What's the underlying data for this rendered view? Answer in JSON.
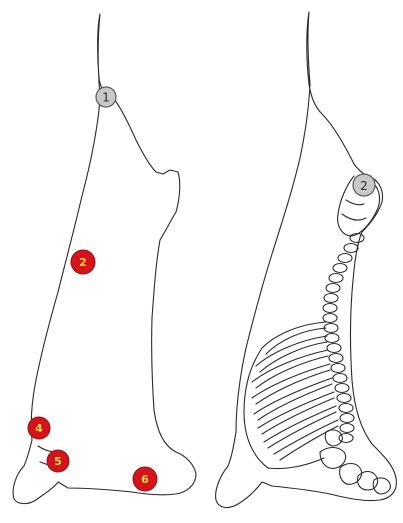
{
  "diagram": {
    "left_carcass": {
      "markers": [
        {
          "label": "1",
          "style": "gray"
        },
        {
          "label": "2",
          "style": "red"
        },
        {
          "label": "4",
          "style": "red"
        },
        {
          "label": "5",
          "style": "red"
        },
        {
          "label": "6",
          "style": "red"
        }
      ]
    },
    "right_carcass": {
      "markers": [
        {
          "label": "2",
          "style": "gray"
        }
      ]
    }
  },
  "colors": {
    "outline": "#2a2a2a",
    "marker_red": "#d3141a",
    "marker_red_text": "#ffd84a",
    "marker_gray": "#c9c9c9"
  }
}
